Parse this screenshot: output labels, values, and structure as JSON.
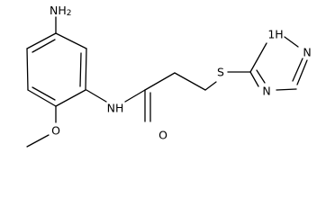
{
  "labels": {
    "amine": "NH",
    "amine_sub": "2",
    "methoxy_o": "O",
    "amide_nh": "NH",
    "carbonyl_o": "O",
    "thioether_s": "S",
    "triazole_nh": "1H",
    "triazole_n2": "N",
    "triazole_n3": "N"
  }
}
